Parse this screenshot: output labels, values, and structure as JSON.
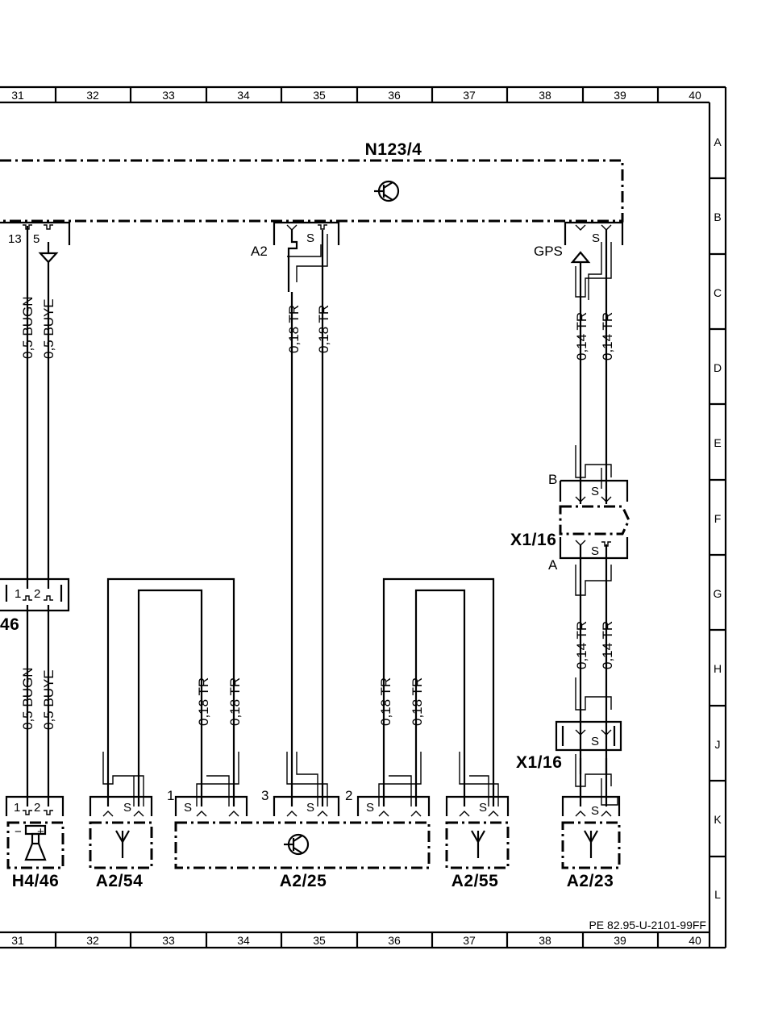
{
  "grid": {
    "columns": [
      "31",
      "32",
      "33",
      "34",
      "35",
      "36",
      "37",
      "38",
      "39",
      "40"
    ],
    "rows": [
      "A",
      "B",
      "C",
      "D",
      "E",
      "F",
      "G",
      "H",
      "J",
      "K",
      "L"
    ]
  },
  "components": {
    "n123_4": "N123/4",
    "x1_16_upper": "X1/16",
    "x1_16_lower": "X1/16",
    "h4_46": "H4/46",
    "a2_54": "A2/54",
    "a2_25": "A2/25",
    "a2_55": "A2/55",
    "a2_23": "A2/23",
    "left_cut_label": "46"
  },
  "connectors": {
    "a2_label": "A2",
    "gps_label": "GPS",
    "pin_13": "13",
    "pin_5": "5",
    "shield": "S",
    "pin_1": "1",
    "pin_2": "2",
    "pin_3": "3",
    "plug_b": "B",
    "plug_a": "A",
    "plus": "+",
    "minus": "−"
  },
  "wires": {
    "bugn_upper": "0,5 BUGN",
    "buye_upper": "0,5 BUYE",
    "tr018_a": "0,18 TR",
    "tr018_b": "0,18 TR",
    "tr014_a": "0,14 TR",
    "tr014_b": "0,14 TR",
    "tr014_c": "0,14 TR",
    "tr014_d": "0,14 TR",
    "bugn_lower": "0,5 BUGN",
    "buye_lower": "0,5 BUYE",
    "tr018_c": "0,18 TR",
    "tr018_d": "0,18 TR",
    "tr018_e": "0,18 TR",
    "tr018_f": "0,18 TR"
  },
  "footer": {
    "doc_code": "PE 82.95-U-2101-99FF"
  }
}
